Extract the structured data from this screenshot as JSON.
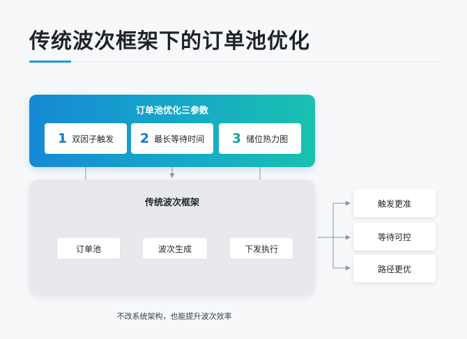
{
  "title": "传统波次框架下的订单池优化",
  "params": {
    "title": "订单池优化三参数",
    "items": [
      {
        "num": "1",
        "label": "双因子触发",
        "color": "#1b78c9"
      },
      {
        "num": "2",
        "label": "最长等待时间",
        "color": "#1b78c9"
      },
      {
        "num": "3",
        "label": "储位热力图",
        "color": "#16a39a"
      }
    ]
  },
  "framework": {
    "title": "传统波次框架",
    "steps": [
      "订单池",
      "波次生成",
      "下发执行"
    ]
  },
  "outcomes": [
    "触发更准",
    "等待可控",
    "路径更优"
  ],
  "footer": "不改系统架构，也能提升波次效率",
  "colors": {
    "accent": "#1a9bd7",
    "connector": "#8f959b"
  }
}
